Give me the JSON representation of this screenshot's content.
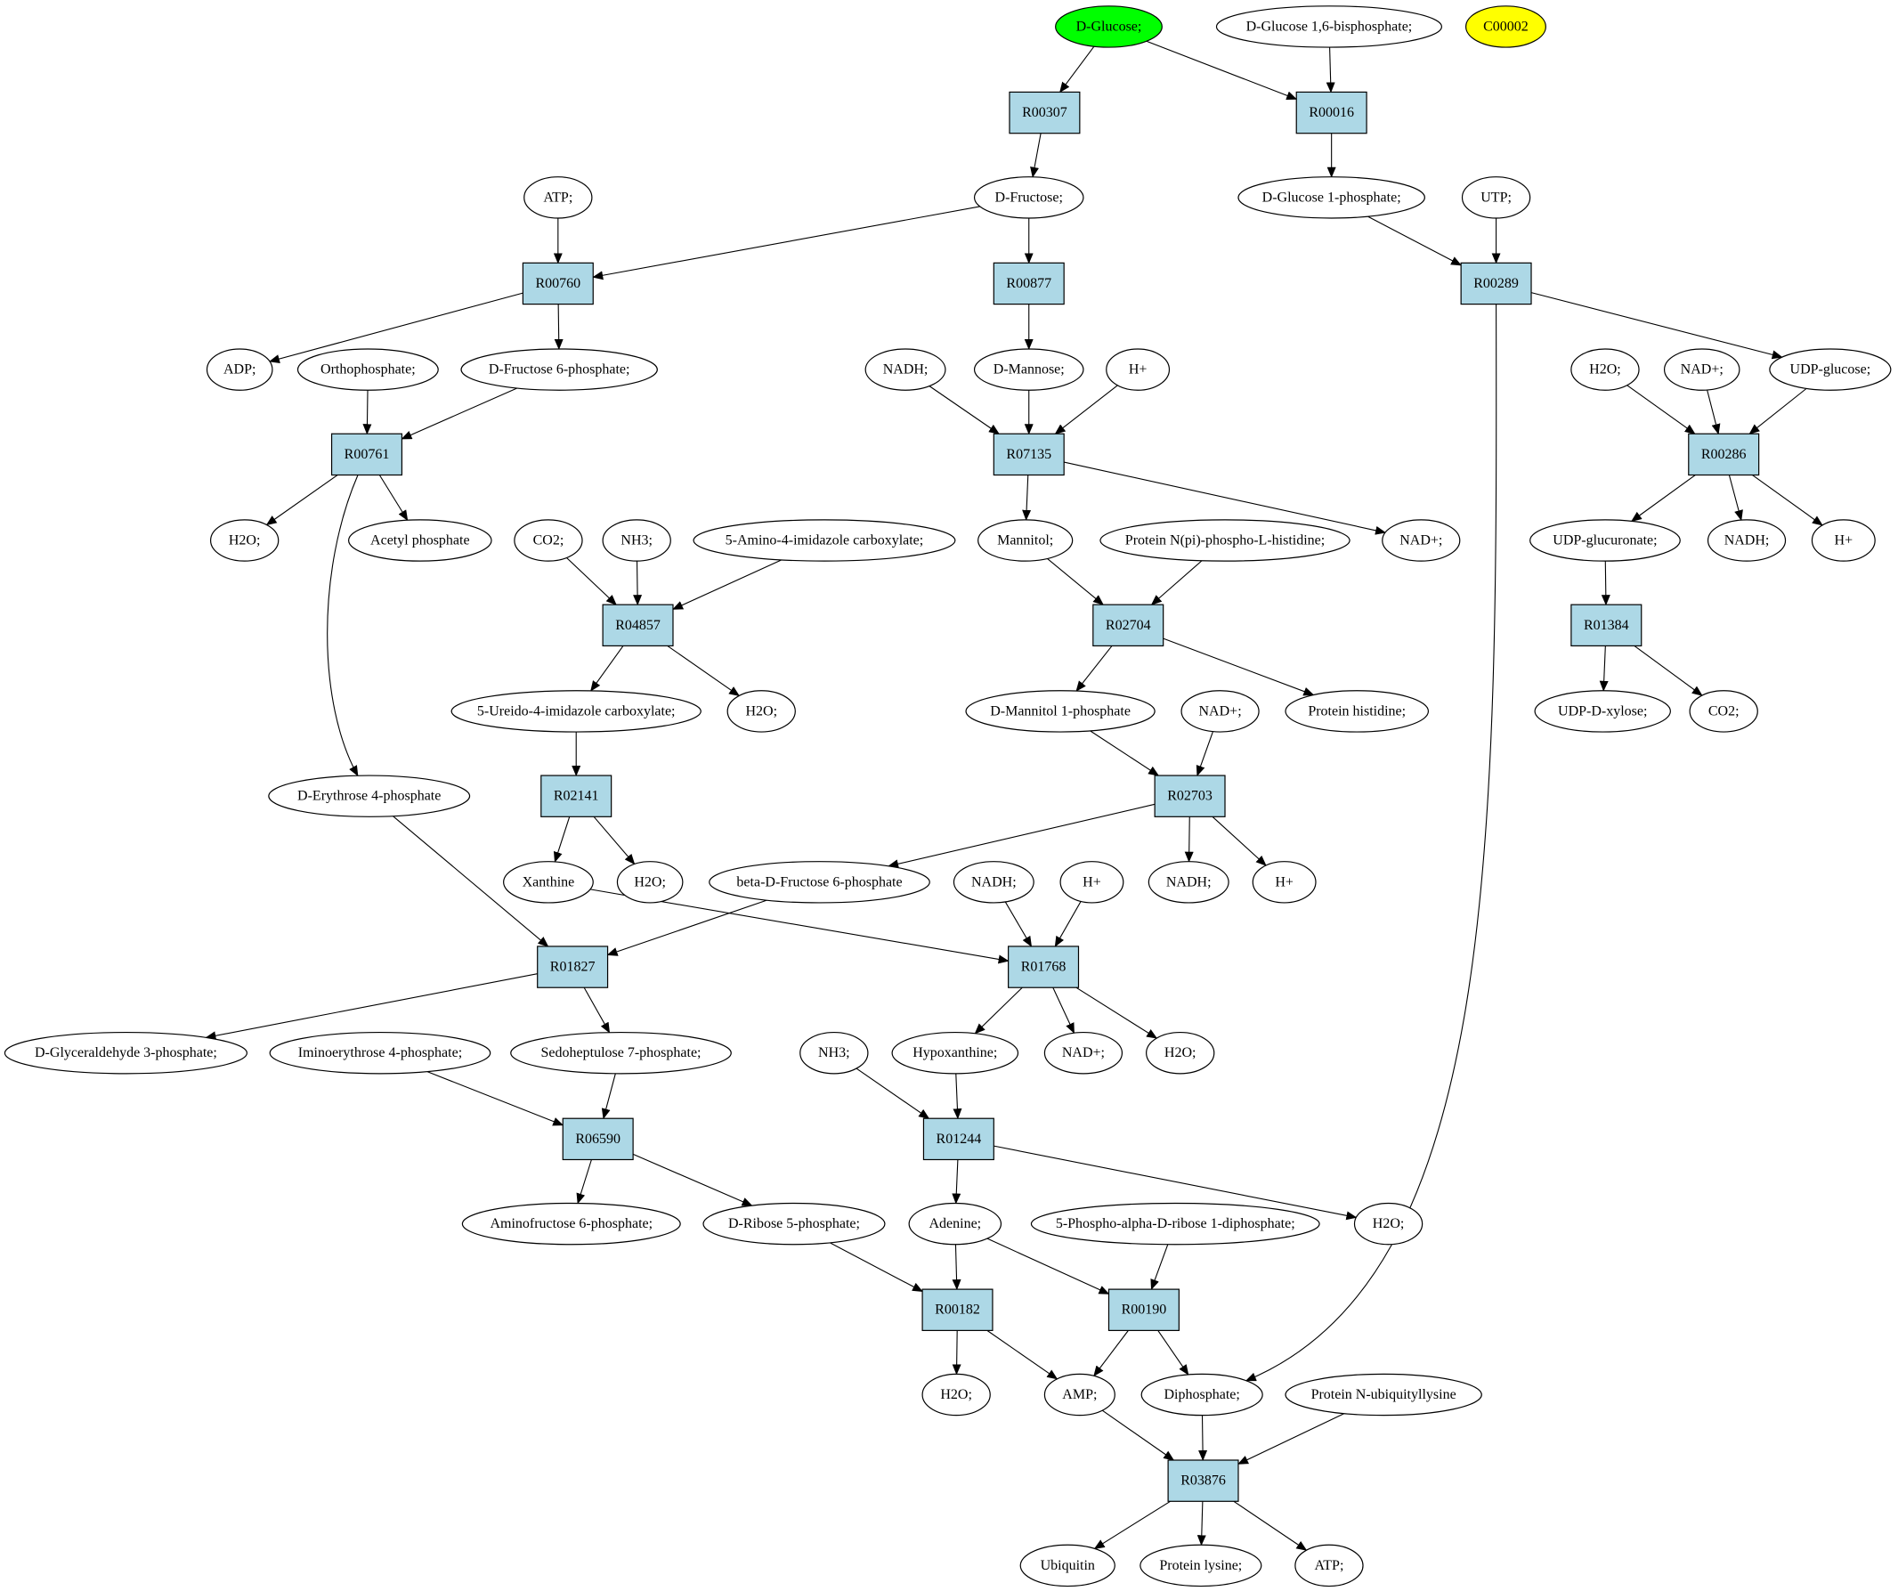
{
  "colors": {
    "reaction_fill": "#add8e6",
    "compound_fill": "#ffffff",
    "start_highlight": "#00ff00",
    "query_highlight": "#ffff00"
  },
  "nodes": [
    {
      "id": "n_glucose",
      "label": "D-Glucose;",
      "kind": "compound",
      "highlight": "start"
    },
    {
      "id": "n_g16bp",
      "label": "D-Glucose 1,6-bisphosphate;",
      "kind": "compound"
    },
    {
      "id": "n_c00002",
      "label": "C00002",
      "kind": "compound",
      "highlight": "query"
    },
    {
      "id": "r_R00307",
      "label": "R00307",
      "kind": "reaction"
    },
    {
      "id": "r_R00016",
      "label": "R00016",
      "kind": "reaction"
    },
    {
      "id": "n_atp_top",
      "label": "ATP;",
      "kind": "compound"
    },
    {
      "id": "n_fructose",
      "label": "D-Fructose;",
      "kind": "compound"
    },
    {
      "id": "n_g1p",
      "label": "D-Glucose 1-phosphate;",
      "kind": "compound"
    },
    {
      "id": "n_utp",
      "label": "UTP;",
      "kind": "compound"
    },
    {
      "id": "r_R00760",
      "label": "R00760",
      "kind": "reaction"
    },
    {
      "id": "r_R00877",
      "label": "R00877",
      "kind": "reaction"
    },
    {
      "id": "r_R00289",
      "label": "R00289",
      "kind": "reaction"
    },
    {
      "id": "n_adp",
      "label": "ADP;",
      "kind": "compound"
    },
    {
      "id": "n_orthophosphate",
      "label": "Orthophosphate;",
      "kind": "compound"
    },
    {
      "id": "n_f6p",
      "label": "D-Fructose 6-phosphate;",
      "kind": "compound"
    },
    {
      "id": "n_nadh_1",
      "label": "NADH;",
      "kind": "compound"
    },
    {
      "id": "n_mannose",
      "label": "D-Mannose;",
      "kind": "compound"
    },
    {
      "id": "n_hplus_1",
      "label": "H+",
      "kind": "compound"
    },
    {
      "id": "n_h2o_r286",
      "label": "H2O;",
      "kind": "compound"
    },
    {
      "id": "n_nadplus_r286",
      "label": "NAD+;",
      "kind": "compound"
    },
    {
      "id": "n_udpglucose",
      "label": "UDP-glucose;",
      "kind": "compound"
    },
    {
      "id": "r_R00761",
      "label": "R00761",
      "kind": "reaction"
    },
    {
      "id": "r_R07135",
      "label": "R07135",
      "kind": "reaction"
    },
    {
      "id": "r_R00286",
      "label": "R00286",
      "kind": "reaction"
    },
    {
      "id": "n_h2o_r761",
      "label": "H2O;",
      "kind": "compound"
    },
    {
      "id": "n_acetylp",
      "label": "Acetyl phosphate",
      "kind": "compound"
    },
    {
      "id": "n_co2_a",
      "label": "CO2;",
      "kind": "compound"
    },
    {
      "id": "n_nh3_a",
      "label": "NH3;",
      "kind": "compound"
    },
    {
      "id": "n_aic",
      "label": "5-Amino-4-imidazole carboxylate;",
      "kind": "compound"
    },
    {
      "id": "n_mannitol",
      "label": "Mannitol;",
      "kind": "compound"
    },
    {
      "id": "n_pnphis",
      "label": "Protein N(pi)-phospho-L-histidine;",
      "kind": "compound"
    },
    {
      "id": "n_nadplus_r7135",
      "label": "NAD+;",
      "kind": "compound"
    },
    {
      "id": "n_udpglucuronate",
      "label": "UDP-glucuronate;",
      "kind": "compound"
    },
    {
      "id": "n_nadh_r286",
      "label": "NADH;",
      "kind": "compound"
    },
    {
      "id": "n_hplus_r286",
      "label": "H+",
      "kind": "compound"
    },
    {
      "id": "r_R04857",
      "label": "R04857",
      "kind": "reaction"
    },
    {
      "id": "r_R02704",
      "label": "R02704",
      "kind": "reaction"
    },
    {
      "id": "r_R01384",
      "label": "R01384",
      "kind": "reaction"
    },
    {
      "id": "n_uic",
      "label": "5-Ureido-4-imidazole carboxylate;",
      "kind": "compound"
    },
    {
      "id": "n_h2o_r4857",
      "label": "H2O;",
      "kind": "compound"
    },
    {
      "id": "n_m1p",
      "label": "D-Mannitol 1-phosphate",
      "kind": "compound"
    },
    {
      "id": "n_nadplus_r2703",
      "label": "NAD+;",
      "kind": "compound"
    },
    {
      "id": "n_phis",
      "label": "Protein histidine;",
      "kind": "compound"
    },
    {
      "id": "n_udpxylose",
      "label": "UDP-D-xylose;",
      "kind": "compound"
    },
    {
      "id": "n_co2_b",
      "label": "CO2;",
      "kind": "compound"
    },
    {
      "id": "n_e4p",
      "label": "D-Erythrose 4-phosphate",
      "kind": "compound"
    },
    {
      "id": "r_R02141",
      "label": "R02141",
      "kind": "reaction"
    },
    {
      "id": "r_R02703",
      "label": "R02703",
      "kind": "reaction"
    },
    {
      "id": "n_xanthine",
      "label": "Xanthine",
      "kind": "compound"
    },
    {
      "id": "n_h2o_r2141",
      "label": "H2O;",
      "kind": "compound"
    },
    {
      "id": "n_bf6p",
      "label": "beta-D-Fructose 6-phosphate",
      "kind": "compound"
    },
    {
      "id": "n_nadh_r1768",
      "label": "NADH;",
      "kind": "compound"
    },
    {
      "id": "n_hplus_r1768",
      "label": "H+",
      "kind": "compound"
    },
    {
      "id": "n_nadh_r2703",
      "label": "NADH;",
      "kind": "compound"
    },
    {
      "id": "n_hplus_r2703",
      "label": "H+",
      "kind": "compound"
    },
    {
      "id": "r_R01827",
      "label": "R01827",
      "kind": "reaction"
    },
    {
      "id": "r_R01768",
      "label": "R01768",
      "kind": "reaction"
    },
    {
      "id": "n_g3p",
      "label": "D-Glyceraldehyde 3-phosphate;",
      "kind": "compound"
    },
    {
      "id": "n_ie4p",
      "label": "Iminoerythrose 4-phosphate;",
      "kind": "compound"
    },
    {
      "id": "n_s7p",
      "label": "Sedoheptulose 7-phosphate;",
      "kind": "compound"
    },
    {
      "id": "n_nh3_b",
      "label": "NH3;",
      "kind": "compound"
    },
    {
      "id": "n_hypoxanthine",
      "label": "Hypoxanthine;",
      "kind": "compound"
    },
    {
      "id": "n_nadplus_r1768",
      "label": "NAD+;",
      "kind": "compound"
    },
    {
      "id": "n_h2o_r1768",
      "label": "H2O;",
      "kind": "compound"
    },
    {
      "id": "r_R06590",
      "label": "R06590",
      "kind": "reaction"
    },
    {
      "id": "r_R01244",
      "label": "R01244",
      "kind": "reaction"
    },
    {
      "id": "n_af6p",
      "label": "Aminofructose 6-phosphate;",
      "kind": "compound"
    },
    {
      "id": "n_r5p",
      "label": "D-Ribose 5-phosphate;",
      "kind": "compound"
    },
    {
      "id": "n_adenine",
      "label": "Adenine;",
      "kind": "compound"
    },
    {
      "id": "n_prpp",
      "label": "5-Phospho-alpha-D-ribose 1-diphosphate;",
      "kind": "compound"
    },
    {
      "id": "n_h2o_r1244",
      "label": "H2O;",
      "kind": "compound"
    },
    {
      "id": "r_R00182",
      "label": "R00182",
      "kind": "reaction"
    },
    {
      "id": "r_R00190",
      "label": "R00190",
      "kind": "reaction"
    },
    {
      "id": "n_h2o_r182",
      "label": "H2O;",
      "kind": "compound"
    },
    {
      "id": "n_amp",
      "label": "AMP;",
      "kind": "compound"
    },
    {
      "id": "n_diphosphate",
      "label": "Diphosphate;",
      "kind": "compound"
    },
    {
      "id": "n_pnubi",
      "label": "Protein N-ubiquityllysine",
      "kind": "compound"
    },
    {
      "id": "r_R03876",
      "label": "R03876",
      "kind": "reaction"
    },
    {
      "id": "n_ubiquitin",
      "label": "Ubiquitin",
      "kind": "compound"
    },
    {
      "id": "n_plysine",
      "label": "Protein lysine;",
      "kind": "compound"
    },
    {
      "id": "n_atp_bottom",
      "label": "ATP;",
      "kind": "compound"
    }
  ],
  "edges": [
    [
      "n_glucose",
      "r_R00307"
    ],
    [
      "n_glucose",
      "r_R00016"
    ],
    [
      "n_g16bp",
      "r_R00016"
    ],
    [
      "r_R00307",
      "n_fructose"
    ],
    [
      "r_R00016",
      "n_g1p"
    ],
    [
      "n_atp_top",
      "r_R00760"
    ],
    [
      "n_fructose",
      "r_R00760"
    ],
    [
      "n_fructose",
      "r_R00877"
    ],
    [
      "n_g1p",
      "r_R00289"
    ],
    [
      "n_utp",
      "r_R00289"
    ],
    [
      "r_R00760",
      "n_adp"
    ],
    [
      "r_R00760",
      "n_f6p"
    ],
    [
      "r_R00877",
      "n_mannose"
    ],
    [
      "r_R00289",
      "n_udpglucose"
    ],
    [
      "r_R00289",
      "n_diphosphate"
    ],
    [
      "n_orthophosphate",
      "r_R00761"
    ],
    [
      "n_f6p",
      "r_R00761"
    ],
    [
      "n_nadh_1",
      "r_R07135"
    ],
    [
      "n_mannose",
      "r_R07135"
    ],
    [
      "n_hplus_1",
      "r_R07135"
    ],
    [
      "n_h2o_r286",
      "r_R00286"
    ],
    [
      "n_nadplus_r286",
      "r_R00286"
    ],
    [
      "n_udpglucose",
      "r_R00286"
    ],
    [
      "r_R00761",
      "n_h2o_r761"
    ],
    [
      "r_R00761",
      "n_acetylp"
    ],
    [
      "r_R00761",
      "n_e4p"
    ],
    [
      "r_R07135",
      "n_mannitol"
    ],
    [
      "r_R07135",
      "n_nadplus_r7135"
    ],
    [
      "r_R00286",
      "n_udpglucuronate"
    ],
    [
      "r_R00286",
      "n_nadh_r286"
    ],
    [
      "r_R00286",
      "n_hplus_r286"
    ],
    [
      "n_co2_a",
      "r_R04857"
    ],
    [
      "n_nh3_a",
      "r_R04857"
    ],
    [
      "n_aic",
      "r_R04857"
    ],
    [
      "n_mannitol",
      "r_R02704"
    ],
    [
      "n_pnphis",
      "r_R02704"
    ],
    [
      "n_udpglucuronate",
      "r_R01384"
    ],
    [
      "r_R04857",
      "n_uic"
    ],
    [
      "r_R04857",
      "n_h2o_r4857"
    ],
    [
      "r_R02704",
      "n_m1p"
    ],
    [
      "r_R02704",
      "n_phis"
    ],
    [
      "r_R01384",
      "n_udpxylose"
    ],
    [
      "r_R01384",
      "n_co2_b"
    ],
    [
      "n_uic",
      "r_R02141"
    ],
    [
      "n_m1p",
      "r_R02703"
    ],
    [
      "n_nadplus_r2703",
      "r_R02703"
    ],
    [
      "r_R02141",
      "n_xanthine"
    ],
    [
      "r_R02141",
      "n_h2o_r2141"
    ],
    [
      "r_R02703",
      "n_bf6p"
    ],
    [
      "r_R02703",
      "n_nadh_r2703"
    ],
    [
      "r_R02703",
      "n_hplus_r2703"
    ],
    [
      "n_e4p",
      "r_R01827"
    ],
    [
      "n_bf6p",
      "r_R01827"
    ],
    [
      "n_xanthine",
      "r_R01768"
    ],
    [
      "n_nadh_r1768",
      "r_R01768"
    ],
    [
      "n_hplus_r1768",
      "r_R01768"
    ],
    [
      "r_R01827",
      "n_g3p"
    ],
    [
      "r_R01827",
      "n_s7p"
    ],
    [
      "r_R01768",
      "n_hypoxanthine"
    ],
    [
      "r_R01768",
      "n_nadplus_r1768"
    ],
    [
      "r_R01768",
      "n_h2o_r1768"
    ],
    [
      "n_ie4p",
      "r_R06590"
    ],
    [
      "n_s7p",
      "r_R06590"
    ],
    [
      "n_nh3_b",
      "r_R01244"
    ],
    [
      "n_hypoxanthine",
      "r_R01244"
    ],
    [
      "r_R06590",
      "n_af6p"
    ],
    [
      "r_R06590",
      "n_r5p"
    ],
    [
      "r_R01244",
      "n_adenine"
    ],
    [
      "r_R01244",
      "n_h2o_r1244"
    ],
    [
      "n_r5p",
      "r_R00182"
    ],
    [
      "n_adenine",
      "r_R00182"
    ],
    [
      "n_adenine",
      "r_R00190"
    ],
    [
      "n_prpp",
      "r_R00190"
    ],
    [
      "r_R00182",
      "n_h2o_r182"
    ],
    [
      "r_R00182",
      "n_amp"
    ],
    [
      "r_R00190",
      "n_amp"
    ],
    [
      "r_R00190",
      "n_diphosphate"
    ],
    [
      "n_amp",
      "r_R03876"
    ],
    [
      "n_diphosphate",
      "r_R03876"
    ],
    [
      "n_pnubi",
      "r_R03876"
    ],
    [
      "r_R03876",
      "n_ubiquitin"
    ],
    [
      "r_R03876",
      "n_plysine"
    ],
    [
      "r_R03876",
      "n_atp_bottom"
    ]
  ]
}
